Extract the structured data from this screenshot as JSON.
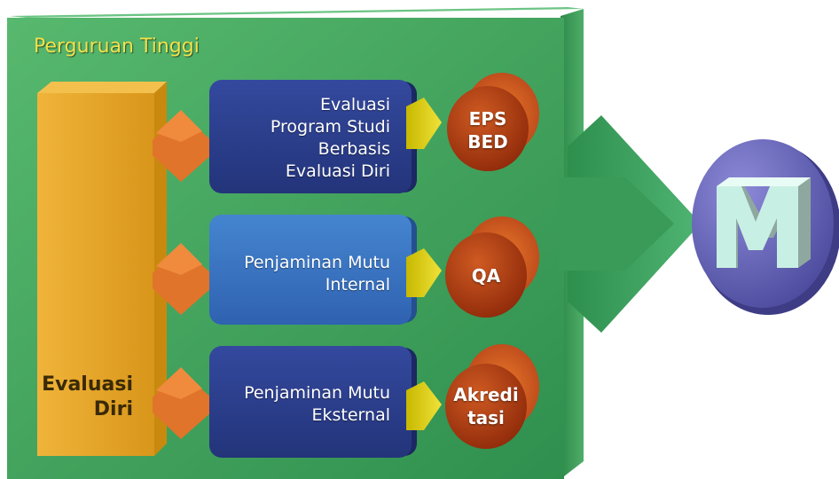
{
  "container": {
    "title": "Perguruan Tinggi",
    "color": "#3fa35f",
    "title_color": "#f2e14a"
  },
  "left_column": {
    "line1": "Evaluasi",
    "line2": "Diri",
    "color": "#e0a21a"
  },
  "rows": [
    {
      "box_lines": [
        "Evaluasi",
        "Program Studi",
        "Berbasis",
        "Evaluasi Diri"
      ],
      "box_color": "#2b3f8e",
      "circle_lines": [
        "EPS",
        "BED"
      ],
      "circle_color": "#b23a10"
    },
    {
      "box_lines": [
        "Penjaminan Mutu",
        "Internal"
      ],
      "box_color": "#3a74c2",
      "circle_lines": [
        "QA"
      ],
      "circle_color": "#b23a10"
    },
    {
      "box_lines": [
        "Penjaminan Mutu",
        "Eksternal"
      ],
      "box_color": "#2b3f8e",
      "circle_lines": [
        "Akredi",
        "tasi"
      ],
      "circle_color": "#c0390f"
    }
  ],
  "output": {
    "letter": "M",
    "circle_color": "#6a68b8",
    "letter_color": "#c8efe3"
  }
}
